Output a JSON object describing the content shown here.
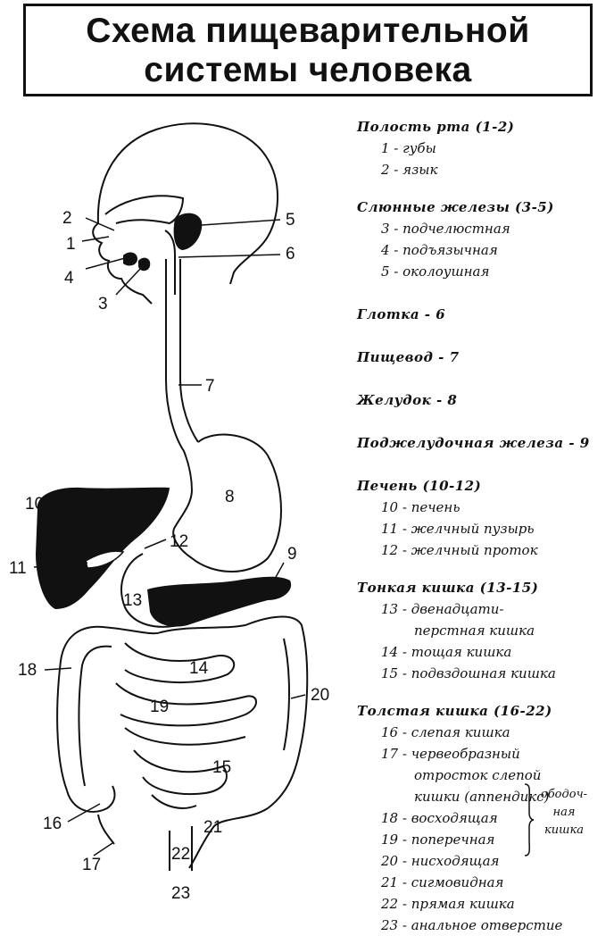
{
  "title": {
    "line1": "Схема пищеварительной",
    "line2": "системы человека"
  },
  "diagram_numbers": [
    "1",
    "2",
    "3",
    "4",
    "5",
    "6",
    "7",
    "8",
    "9",
    "10",
    "11",
    "12",
    "13",
    "14",
    "15",
    "16",
    "17",
    "18",
    "19",
    "20",
    "21",
    "22",
    "23"
  ],
  "legend": {
    "mouth": {
      "head": "Полость рта (1-2)",
      "items": [
        "1 - губы",
        "2 - язык"
      ]
    },
    "salivary": {
      "head": "Слюнные железы (3-5)",
      "items": [
        "3 - подчелюстная",
        "4 - подъязычная",
        "5 - околоушная"
      ]
    },
    "pharynx": "Глотка - 6",
    "esophagus": "Пищевод - 7",
    "stomach": "Желудок - 8",
    "pancreas": "Поджелудочная железа - 9",
    "liver": {
      "head": "Печень (10-12)",
      "items": [
        "10 - печень",
        "11 - желчный пузырь",
        "12 - желчный проток"
      ]
    },
    "small": {
      "head": "Тонкая кишка (13-15)",
      "item1": "13 - двенадцати-",
      "item1b": "перстная кишка",
      "item2": "14 - тощая кишка",
      "item3": "15 - подвздошная кишка"
    },
    "large": {
      "head": "Толстая кишка (16-22)",
      "i16": "16 - слепая кишка",
      "i17a": "17 - червеобразный",
      "i17b": "отросток слепой",
      "i17c": "кишки (аппендикс)",
      "i18": "18 - восходящая",
      "i19": "19 - поперечная",
      "i20": "20 - нисходящая",
      "i21": "21 - сигмовидная",
      "i22": "22 - прямая кишка",
      "i23": "23 - анальное отверстие",
      "obod1": "ободоч-",
      "obod2": "ная",
      "obod3": "кишка"
    }
  }
}
